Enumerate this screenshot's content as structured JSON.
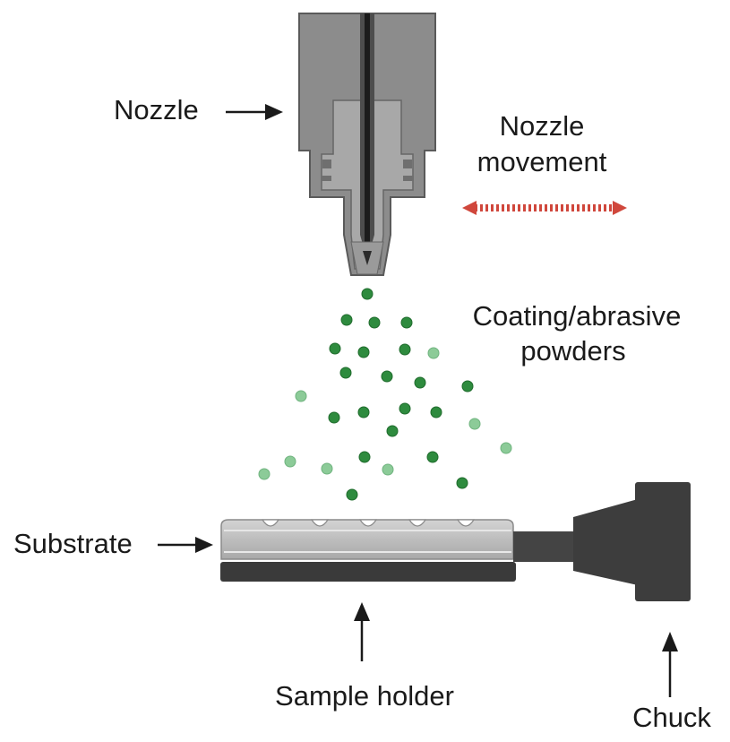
{
  "labels": {
    "nozzle": "Nozzle",
    "nozzle_movement_line1": "Nozzle",
    "nozzle_movement_line2": "movement",
    "powders_line1": "Coating/abrasive",
    "powders_line2": "powders",
    "substrate": "Substrate",
    "sample_holder": "Sample holder",
    "chuck": "Chuck"
  },
  "colors": {
    "nozzle_body": "#8a8a8a",
    "nozzle_dark": "#555555",
    "substrate": "#c4c4c4",
    "holder": "#3a3a3a",
    "chuck": "#3d3d3d",
    "particle_dark": "#2e8b3e",
    "particle_light": "#8ccb98",
    "movement_arrow": "#d0473c",
    "arrow": "#1a1a1a"
  },
  "icons": {
    "movement": "double-headed-dotted-arrow",
    "pointer": "arrow"
  }
}
